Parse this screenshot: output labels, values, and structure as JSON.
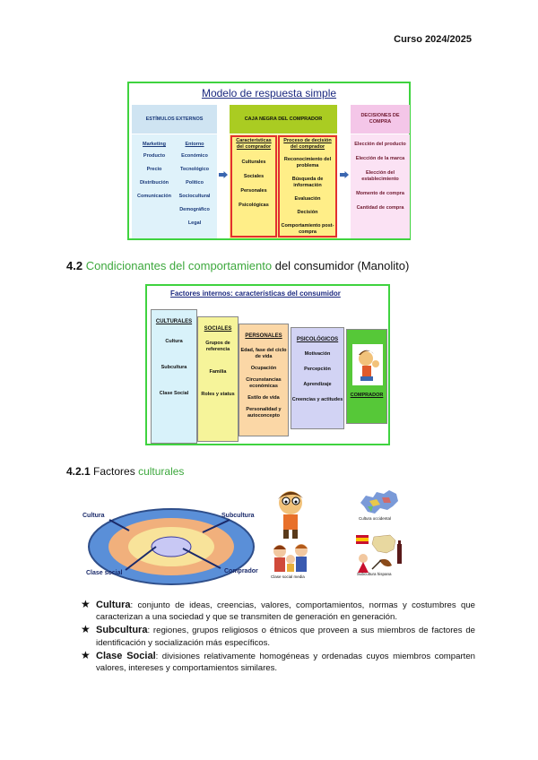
{
  "header": {
    "course": "Curso 2024/2025"
  },
  "figure1": {
    "title": "Modelo de respuesta simple",
    "external": {
      "heading": "ESTÍMULOS EXTERNOS",
      "col1_head": "Marketing",
      "col1": [
        "Producto",
        "Precio",
        "Distribución",
        "Comunicación"
      ],
      "col2_head": "Entorno",
      "col2": [
        "Económico",
        "Tecnológico",
        "Político",
        "Sociocultural",
        "Demográfico",
        "Legal"
      ]
    },
    "blackbox": {
      "heading": "CAJA NEGRA DEL COMPRADOR",
      "col1_head": "Características del comprador",
      "col1": [
        "Culturales",
        "Sociales",
        "Personales",
        "Psicológicas"
      ],
      "col2_head": "Proceso de decisión del comprador",
      "col2": [
        "Reconocimiento del problema",
        "Búsqueda de información",
        "Evaluación",
        "Decisión",
        "Comportamiento post-compra"
      ]
    },
    "decisions": {
      "heading": "DECISIONES DE COMPRA",
      "items": [
        "Elección del producto",
        "Elección de la marca",
        "Elección del establecimiento",
        "Momento de compra",
        "Cantidad de compra"
      ]
    }
  },
  "section": {
    "number": "4.2",
    "green_text": "Condicionantes del comportamiento",
    "rest": " del consumidor (Manolito)"
  },
  "figure2": {
    "title": "Factores internos: características del consumidor",
    "culturales": {
      "head": "CULTURALES",
      "items": [
        "Cultura",
        "Subcultura",
        "Clase Social"
      ]
    },
    "sociales": {
      "head": "SOCIALES",
      "items": [
        "Grupos de referencia",
        "Familia",
        "Roles y status"
      ]
    },
    "personales": {
      "head": "PERSONALES",
      "items": [
        "Edad, fase del ciclo de vida",
        "Ocupación",
        "Circunstancias económicas",
        "Estilo de vida",
        "Personalidad y autoconcepto"
      ]
    },
    "psicologicos": {
      "head": "PSICOLÓGICOS",
      "items": [
        "Motivación",
        "Percepción",
        "Aprendizaje",
        "Creencias y actitudes"
      ]
    },
    "comprador": "COMPRADOR"
  },
  "subsection": {
    "number": "4.2.1",
    "text": " Factores ",
    "green_text": "culturales"
  },
  "figure3": {
    "labels": {
      "cultura": "Cultura",
      "subcultura": "Subcultura",
      "clase_social": "Clase social",
      "comprador": "Comprador"
    },
    "caption_europe": "Cultura occidental",
    "caption_social": "Clase social media",
    "caption_spain": "Subcultura hispana"
  },
  "bullets": [
    {
      "term": "Cultura",
      "text": ": conjunto de ideas, creencias, valores, comportamientos, normas y costumbres que caracterizan a una sociedad y que se transmiten de generación en generación."
    },
    {
      "term": "Subcultura",
      "text": ": regiones, grupos religiosos o étnicos que proveen a sus miembros de factores de identificación y socialización más específicos."
    },
    {
      "term": "Clase Social",
      "text": ": divisiones relativamente homogéneas y ordenadas cuyos miembros comparten valores, intereses y comportamientos similares."
    }
  ]
}
